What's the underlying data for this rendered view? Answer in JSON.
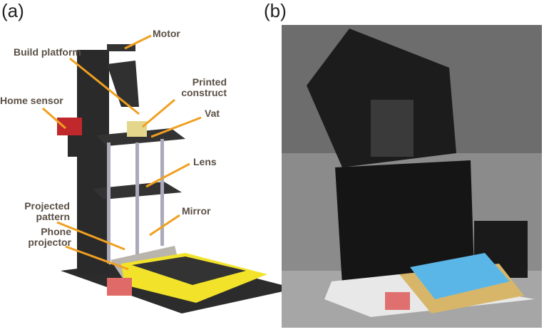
{
  "panels": {
    "a": "(a)",
    "b": "(b)"
  },
  "labels": {
    "motor": "Motor",
    "build_platform": "Build platform",
    "printed_construct": [
      "Printed",
      "construct"
    ],
    "home_sensor": "Home sensor",
    "vat": "Vat",
    "lens": "Lens",
    "projected_pattern": [
      "Projected",
      "pattern"
    ],
    "mirror": "Mirror",
    "phone_projector": [
      "Phone",
      "projector"
    ]
  },
  "colors": {
    "label_text": "#5a4f45",
    "leader": "#f0a020",
    "frame": "#262626",
    "phone_holder": "#f2e32a",
    "sensor": "#c0282b"
  }
}
